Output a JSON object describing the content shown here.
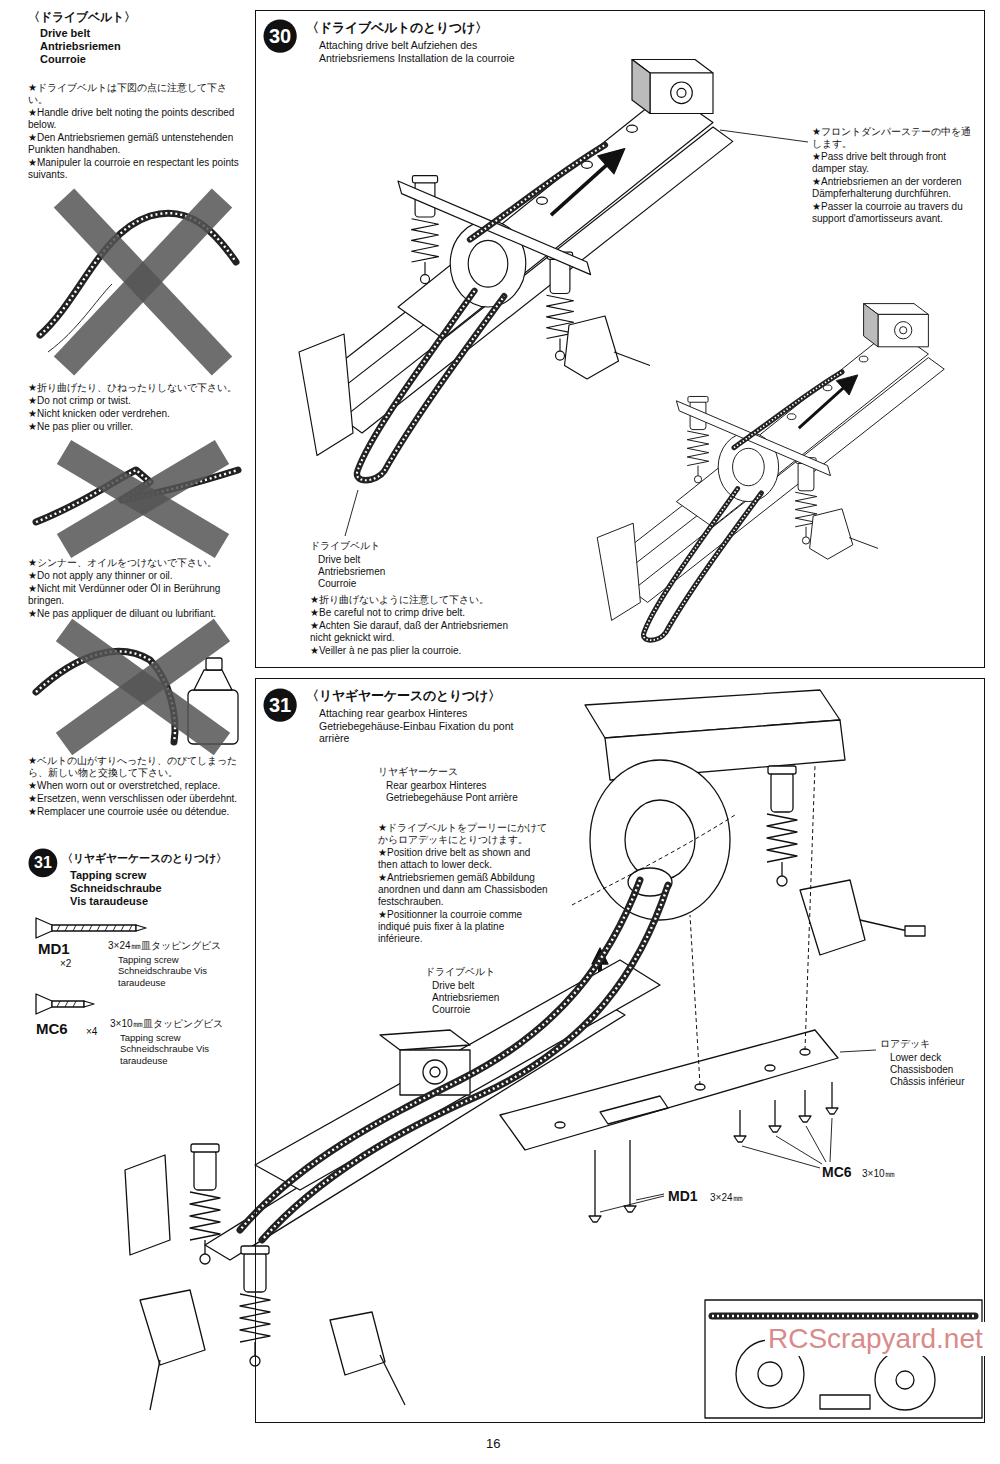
{
  "diagram": {
    "nodes": [
      {
        "text": [
          "〈ドライブベルトのとりつけ〉",
          "Attaching drive belt Aufziehen des Antriebsriemens Installation de la courroie"
        ]
      },
      {
        "text": [
          "30"
        ],
        "in": 0
      },
      {
        "text": [
          "〈リヤギヤーケースのとりつけ〉",
          "Attaching rear gearbox Hinteres Getriebegehäuse-Einbau Fixation du pont arrière"
        ]
      },
      {
        "text": [
          "31"
        ],
        "in": 2
      },
      {
        "text": [
          "31"
        ]
      }
    ],
    "labels": [
      "〈ドライブベルト〉",
      "Drive belt Antriebsriemen Courroie",
      "★ドライブベルトは下図の点に注意して下さい。",
      "★Handle drive belt noting the points described below.",
      "★Den Antriebsriemen gemäß untenstehenden Punkten handhaben.",
      "★Manipuler la courroie en respectant les points suivants.",
      "★折り曲げたり、ひねったりしないで下さい。",
      "★Do not crimp or twist.",
      "★Nicht knicken oder verdrehen.",
      "★Ne pas plier ou vriller.",
      "★シンナー、オイルをつけないで下さい。",
      "★Do not apply any thinner or oil.",
      "★Nicht mit Verdünner oder Öl in Berührung bringen.",
      "★Ne pas appliquer de diluant ou lubrifiant.",
      "★ベルトの山がすりへったり、のびてしまったら、新しい物と交換して下さい。",
      "★When worn out or overstretched, replace.",
      "★Ersetzen, wenn verschlissen oder überdehnt.",
      "★Remplacer une courroie usée ou détendue.",
      "〈リヤギヤーケースのとりつけ〉",
      "Tapping screw Schneidschraube Vis taraudeuse",
      "MD1",
      "×2",
      "3×24㎜皿タッピングビス",
      "Tapping screw Schneidschraube Vis taraudeuse",
      "MC6",
      "×4",
      "3×10㎜皿タッピングビス",
      "Tapping screw Schneidschraube Vis taraudeuse",
      "★フロントダンパーステーの中を通します。",
      "★Pass drive belt through front damper stay.",
      "★Antriebsriemen an der vorderen Dämpferhalterung durchführen.",
      "★Passer la courroie au travers du support d'amortisseurs avant.",
      "ドライブベルト",
      "Drive belt Antriebsriemen Courroie",
      "★折り曲げないように注意して下さい。",
      "★Be careful not to crimp drive belt.",
      "★Achten Sie darauf, daß der Antriebsriemen nicht geknickt wird.",
      "★Veiller à ne pas plier la courroie.",
      "リヤギヤーケース",
      "Rear gearbox Hinteres Getriebegehäuse Pont arrière",
      "★ドライブベルトをプーリーにかけてからロアデッキにとりつけます。",
      "★Position drive belt as shown and then attach to lower deck.",
      "★Antriebsriemen gemäß Abbildung anordnen und dann am Chassisboden festschrauben.",
      "★Positionner la courroie comme indiqué puis fixer à la platine inférieure.",
      "ドライブベルト",
      "Drive belt Antriebsriemen Courroie",
      "ロアデッキ",
      "Lower deck Chassisboden Châssis inférieur",
      "MC6",
      "3×10㎜",
      "MD1",
      "3×24㎜",
      "16",
      "RCScrapyard.net"
    ]
  }
}
